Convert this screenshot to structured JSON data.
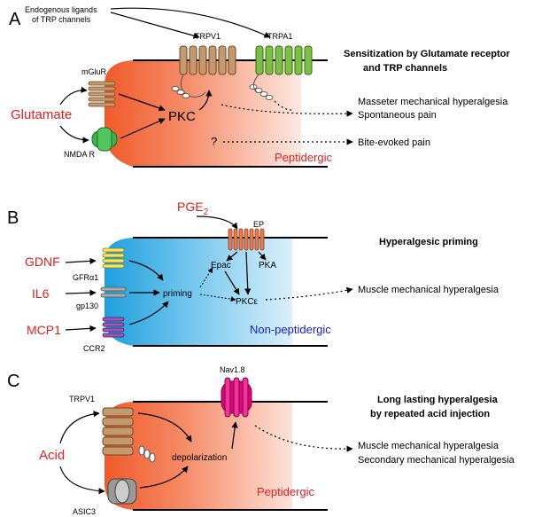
{
  "panel_a": {
    "letter": "A",
    "endogenous_line1": "Endogenous ligands",
    "endogenous_line2": "of TRP channels",
    "trpv1": "TRPV1",
    "trpa1": "TRPA1",
    "heading_line1": "Sensitization by Glutamate receptor",
    "heading_line2": "and TRP channels",
    "mglur": "mGluR",
    "nmdar": "NMDA R",
    "glutamate": "Glutamate",
    "pkc": "PKC",
    "question": "?",
    "outcome1": "Masseter mechanical hyperalgesia",
    "outcome2": "Spontaneous pain",
    "outcome3": "Bite-evoked pain",
    "neuron_type": "Peptidergic"
  },
  "panel_b": {
    "letter": "B",
    "pge": "PGE",
    "pge_sub": "2",
    "ep": "EP",
    "heading": "Hyperalgesic priming",
    "gdnf": "GDNF",
    "il6": "IL6",
    "mcp1": "MCP1",
    "gfra1": "GFRα1",
    "gp130": "gp130",
    "ccr2": "CCR2",
    "priming": "priming",
    "epac": "Epac",
    "pka": "PKA",
    "pkce": "PKCε",
    "outcome": "Muscle mechanical hyperalgesia",
    "neuron_type": "Non-peptidergic"
  },
  "panel_c": {
    "letter": "C",
    "nav": "Nav1.8",
    "trpv1": "TRPV1",
    "asic3": "ASIC3",
    "acid": "Acid",
    "heading_line1": "Long lasting hyperalgesia",
    "heading_line2": "by repeated acid injection",
    "depolarization": "depolarization",
    "outcome1": "Muscle mechanical hyperalgesia",
    "outcome2": "Secondary mechanical hyperalgesia",
    "neuron_type": "Peptidergic"
  },
  "colors": {
    "peptidergic_fill": "#f06a3c",
    "nonpeptidergic_fill": "#29a9e0",
    "ligand_text": "#e02020",
    "nonpeptidergic_text": "#1a1acc",
    "trpv1": "#c49a6c",
    "trpa1": "#7ac143",
    "nmda": "#3cb44b",
    "gfra1": "#f5e663",
    "gp130": "#aaaaaa",
    "ccr2": "#9b59b6",
    "ep": "#e87c4e",
    "nav18": "#e6007e",
    "asic3": "#999999"
  }
}
